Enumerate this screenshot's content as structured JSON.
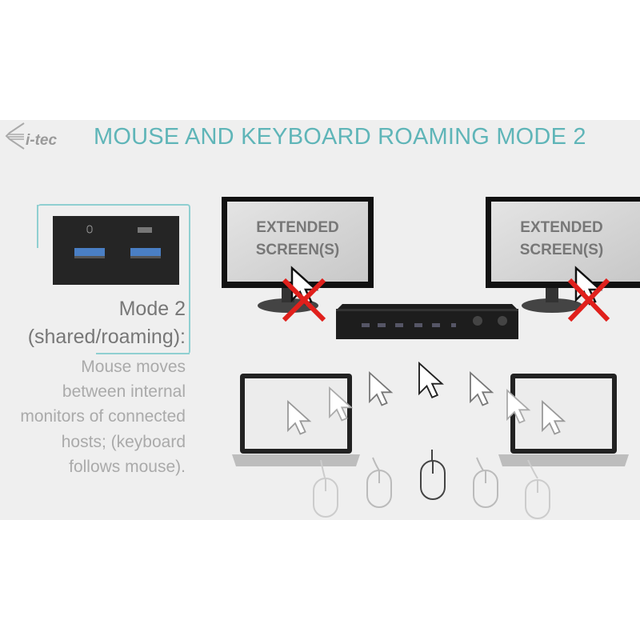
{
  "header": {
    "logo_text": "i-tec",
    "title": "MOUSE AND KEYBOARD ROAMING MODE 2"
  },
  "mode": {
    "heading": "Mode 2",
    "subheading": "(shared/roaming):",
    "description_lines": [
      "Mouse moves",
      "between internal",
      "monitors of connected",
      "hosts; (keyboard",
      "follows mouse)."
    ]
  },
  "monitors": [
    {
      "line1": "EXTENDED",
      "line2": "SCREEN(S)",
      "cursor_blocked": true
    },
    {
      "line1": "EXTENDED",
      "line2": "SCREEN(S)",
      "cursor_blocked": true
    }
  ],
  "colors": {
    "accent": "#5fb5b8",
    "cross": "#e0201c",
    "background": "#efefef"
  }
}
